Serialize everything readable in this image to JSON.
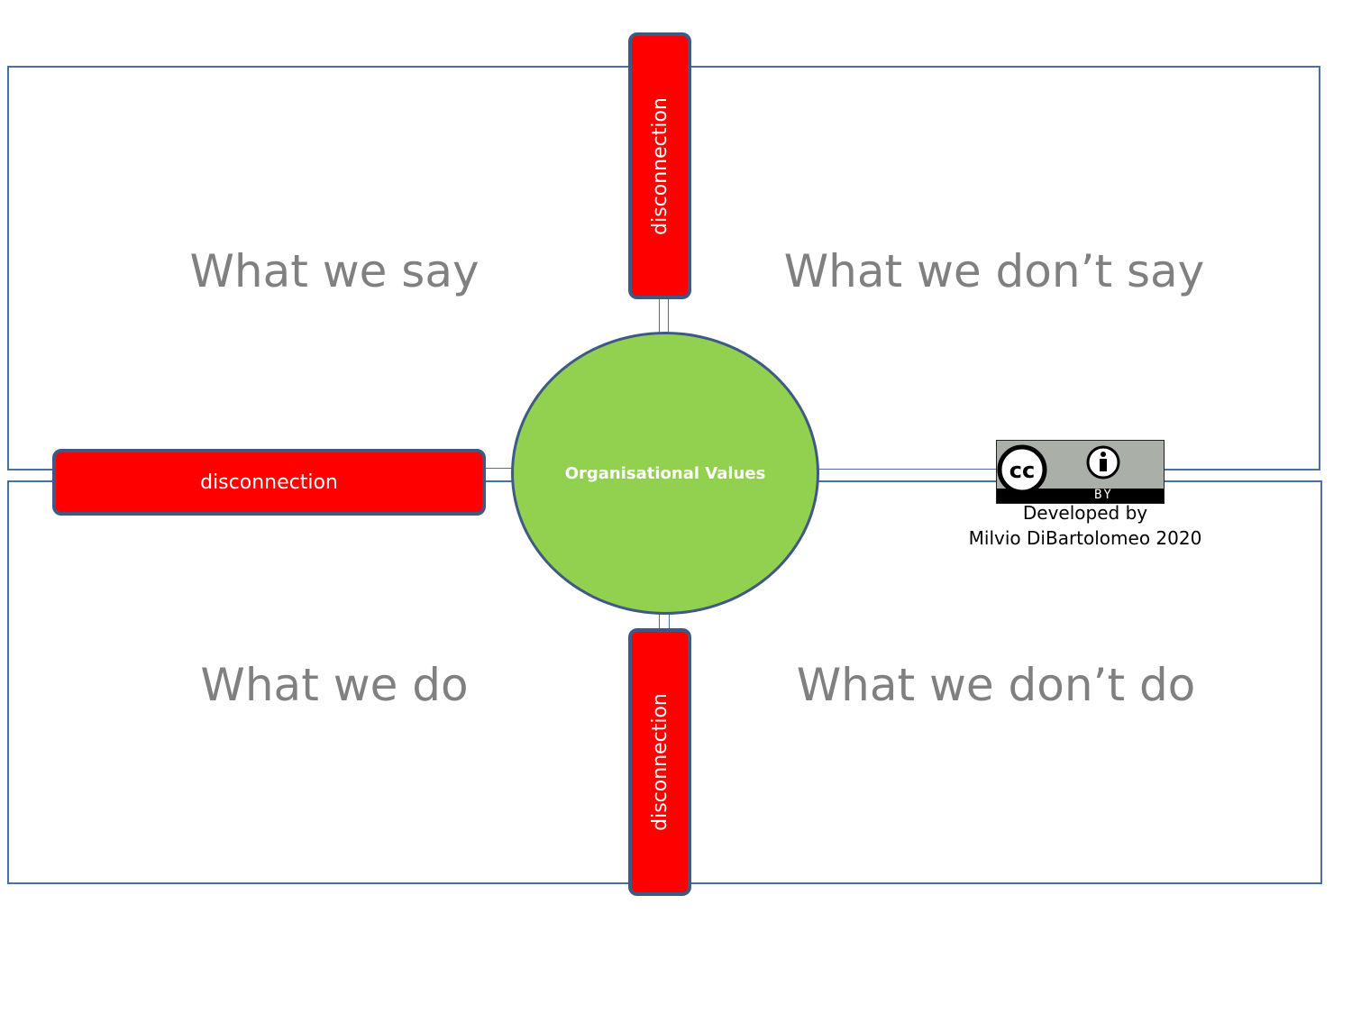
{
  "quadrants": {
    "top_left": "What we say",
    "top_right": "What we don’t say",
    "bottom_left": "What we do",
    "bottom_right": "What we don’t do"
  },
  "center": {
    "label": "Organisational Values"
  },
  "disconnections": {
    "top": "disconnection",
    "left": "disconnection",
    "bottom": "disconnection"
  },
  "license": {
    "icon": "cc-by-icon",
    "badge_text": "BY",
    "credit_line1": "Developed by",
    "credit_line2": "Milvio DiBartolomeo 2020"
  },
  "colors": {
    "panel_border": "#4a6ea8",
    "disconnection_fill": "#ff0000",
    "center_fill": "#92d050",
    "label_text": "#808080"
  }
}
